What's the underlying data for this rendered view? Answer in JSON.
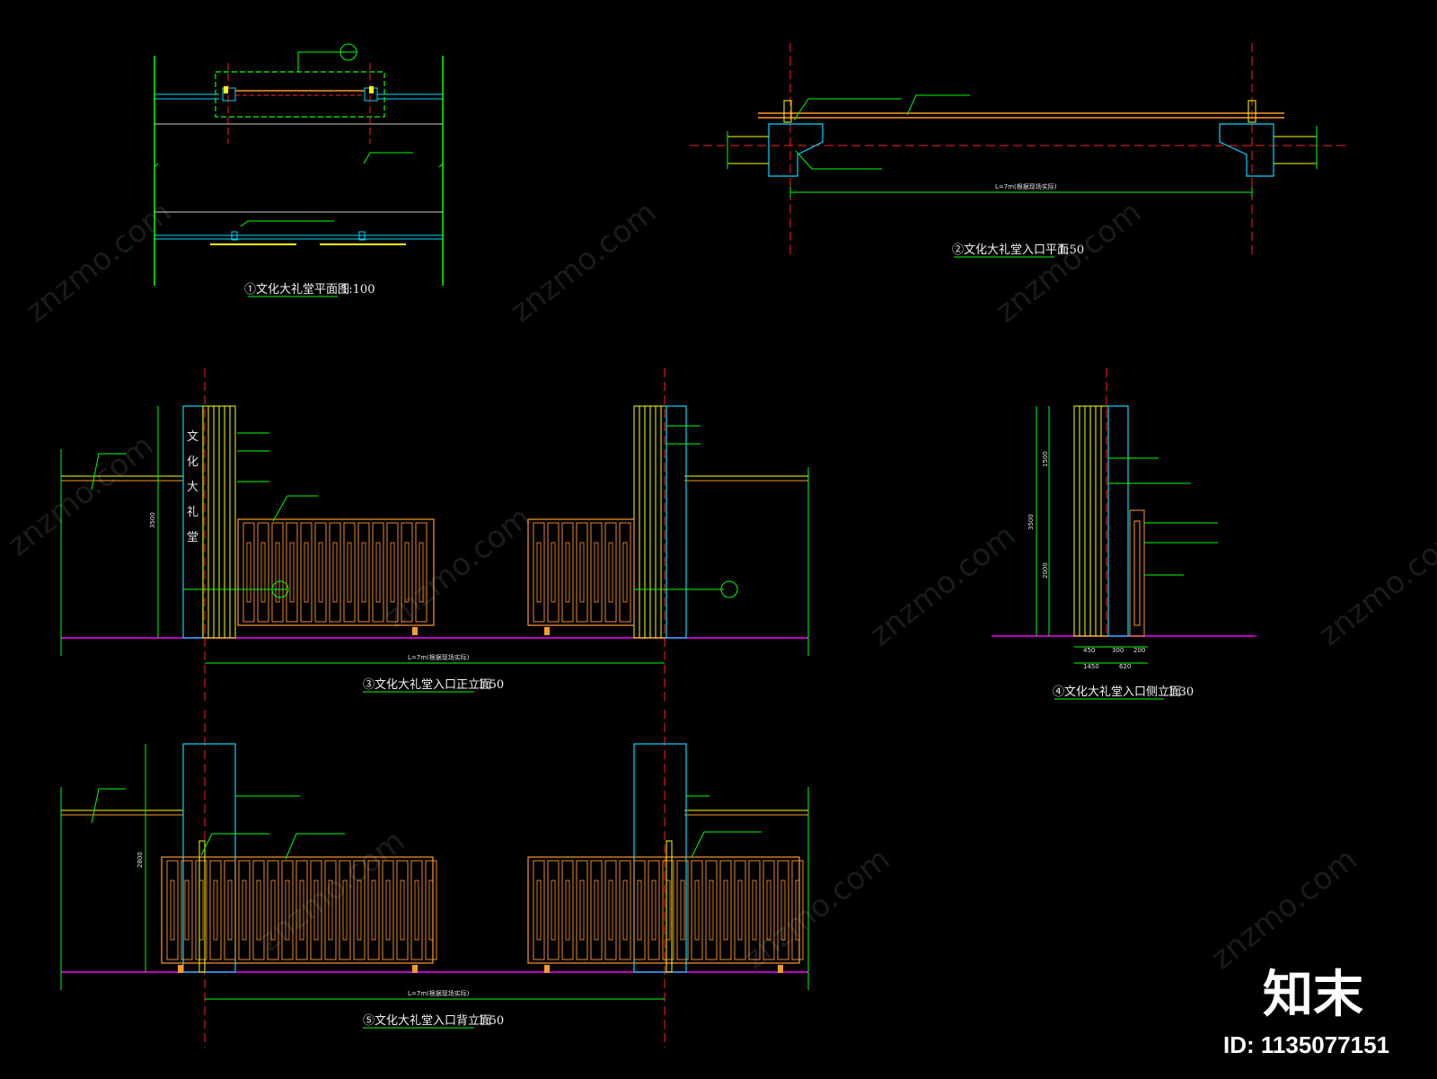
{
  "drawing": {
    "views": [
      {
        "title": "①文化大礼堂平面图",
        "scale": "1:100"
      },
      {
        "title": "②文化大礼堂入口平面",
        "scale": "1:50"
      },
      {
        "title": "③文化大礼堂入口正立面",
        "scale": "1:50"
      },
      {
        "title": "④文化大礼堂入口侧立面",
        "scale": "1:30"
      },
      {
        "title": "⑤文化大礼堂入口背立面",
        "scale": "1:50"
      }
    ],
    "sign_text": [
      "文",
      "化",
      "大",
      "礼",
      "堂"
    ],
    "dims": {
      "opening": "L=7m(根据现场实际)",
      "elev_height": "3500",
      "back_height": "2800",
      "side_upper": "1500",
      "side_lower": "2000",
      "side_w1": "450",
      "side_w2": "300",
      "side_w3": "200",
      "side_total1": "1450",
      "side_total2": "620"
    }
  },
  "branding": {
    "logo": "知末",
    "id_label": "ID: 1135077151",
    "watermark": "znzmo.com"
  },
  "colors": {
    "background": "#000000",
    "green": "#00ff00",
    "yellow": "#ffff00",
    "orange": "#ff9a2e",
    "cyan": "#00d8ff",
    "red": "#ff2020",
    "magenta": "#ff00ff",
    "white": "#ffffff"
  }
}
